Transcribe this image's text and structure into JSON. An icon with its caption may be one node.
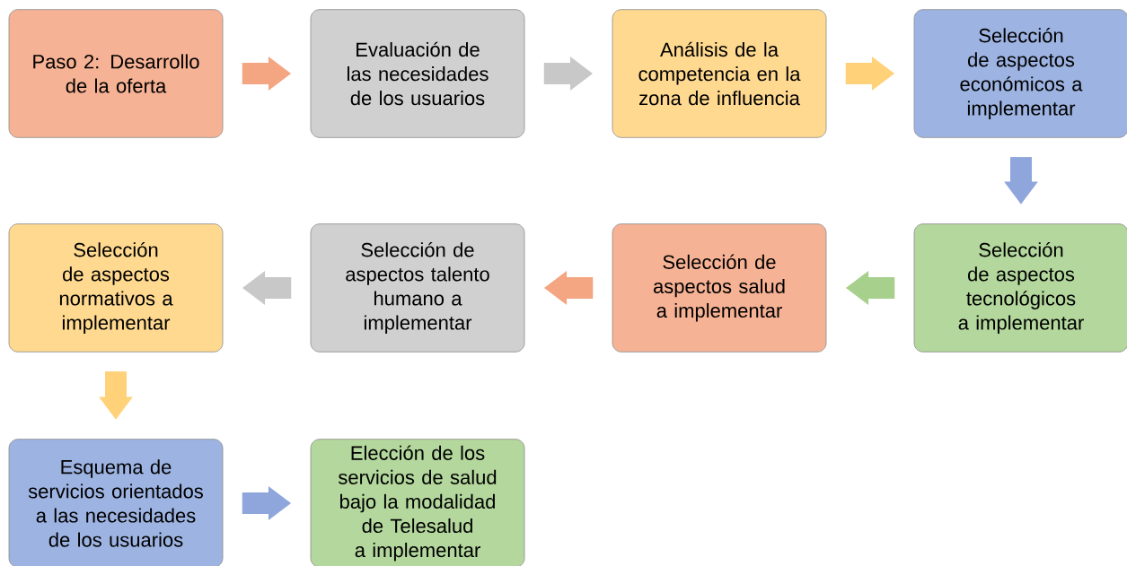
{
  "diagram": {
    "nodes": [
      {
        "text": [
          "Paso 2: Desarrollo de la oferta"
        ]
      },
      {
        "text": [
          "Evaluación de las necesidades de los usuarios"
        ]
      },
      {
        "text": [
          "Análisis de la competencia en la zona de influencia"
        ]
      },
      {
        "text": [
          "Selección de aspectos económicos a implementar"
        ]
      },
      {
        "text": [
          "Selección de aspectos tecnológicos a implementar"
        ]
      },
      {
        "text": [
          "Selección de aspectos salud a implementar"
        ]
      },
      {
        "text": [
          "Selección de aspectos talento humano a implementar"
        ]
      },
      {
        "text": [
          "Selección de aspectos normativos a implementar"
        ]
      },
      {
        "text": [
          "Esquema de servicios orientados a las necesidades de los usuarios"
        ]
      },
      {
        "text": [
          "Elección de los servicios de salud bajo la modalidad de Telesalud a implementar"
        ]
      }
    ],
    "edges": [
      {
        "from": 0,
        "to": 1,
        "arrow": "to",
        "color": "#f4a582"
      },
      {
        "from": 1,
        "to": 2,
        "arrow": "to",
        "color": "#c8c8c8"
      },
      {
        "from": 2,
        "to": 3,
        "arrow": "to",
        "color": "#ffd27a"
      },
      {
        "from": 3,
        "to": 4,
        "arrow": "to",
        "color": "#8fa6dc"
      },
      {
        "from": 4,
        "to": 5,
        "arrow": "to",
        "color": "#a6d08c"
      },
      {
        "from": 5,
        "to": 6,
        "arrow": "to",
        "color": "#f4a582"
      },
      {
        "from": 6,
        "to": 7,
        "arrow": "to",
        "color": "#c8c8c8"
      },
      {
        "from": 7,
        "to": 8,
        "arrow": "to",
        "color": "#ffd27a"
      },
      {
        "from": 8,
        "to": 9,
        "arrow": "to",
        "color": "#8fa6dc"
      }
    ]
  }
}
